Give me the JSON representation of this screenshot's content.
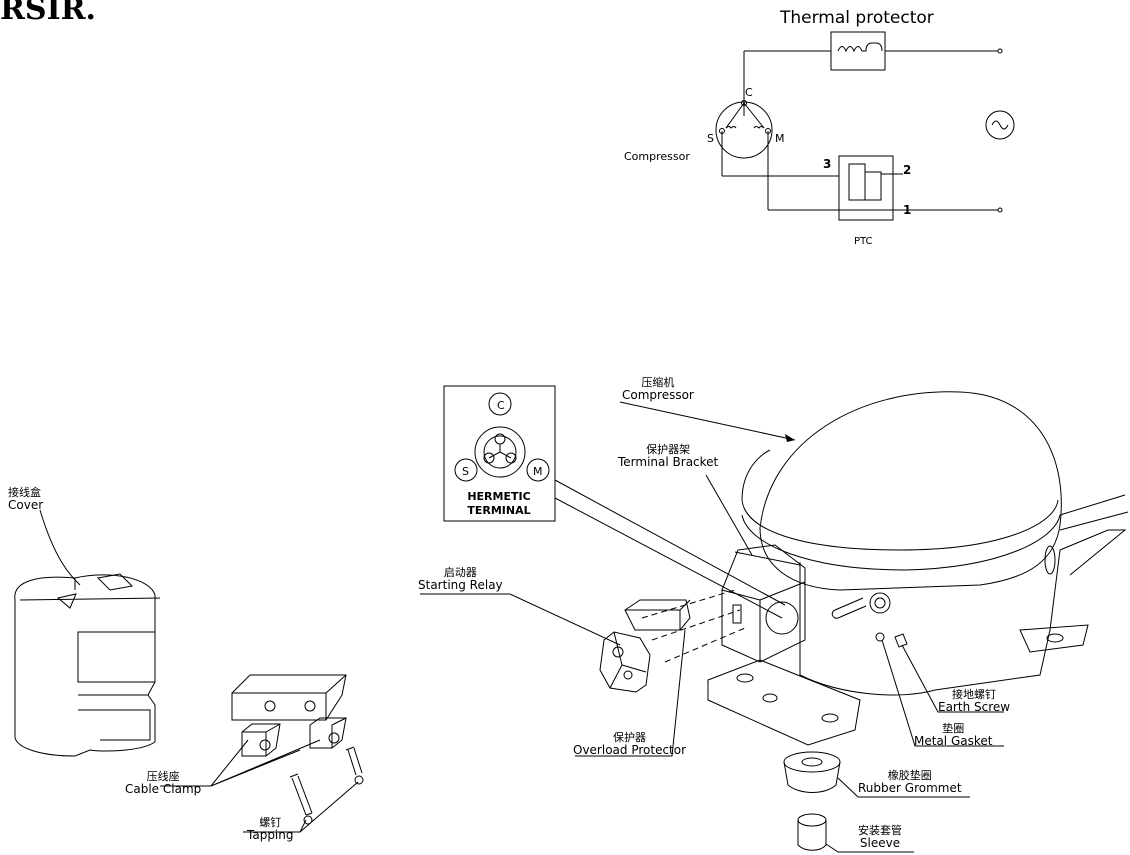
{
  "header": {
    "text": "RSIR."
  },
  "schematic": {
    "thermal_protector": "Thermal protector",
    "compressor": "Compressor",
    "ptc": "PTC",
    "pin_c": "C",
    "pin_s": "S",
    "pin_m": "M",
    "terminal_3": "3",
    "terminal_2": "2",
    "terminal_1": "1"
  },
  "hermetic_terminal": {
    "pin_c": "C",
    "pin_s": "S",
    "pin_m": "M",
    "line1": "HERMETIC",
    "line2": "TERMINAL"
  },
  "parts": {
    "cover": {
      "cn": "接线盒",
      "en": "Cover"
    },
    "compressor": {
      "cn": "压缩机",
      "en": "Compressor"
    },
    "terminal_bracket": {
      "cn": "保护器架",
      "en": "Terminal Bracket"
    },
    "starting_relay": {
      "cn": "启动器",
      "en": "Starting Relay"
    },
    "overload_protector": {
      "cn": "保护器",
      "en": "Overload Protector"
    },
    "cable_clamp": {
      "cn": "压线座",
      "en": "Cable Clamp"
    },
    "tapping": {
      "cn": "螺钉",
      "en": "Tapping"
    },
    "earth_screw": {
      "cn": "接地螺钉",
      "en": "Earth Screw"
    },
    "metal_gasket": {
      "cn": "垫圈",
      "en": "Metal Gasket"
    },
    "rubber_grommet": {
      "cn": "橡胶垫圈",
      "en": "Rubber Grommet"
    },
    "sleeve": {
      "cn": "安装套管",
      "en": "Sleeve"
    }
  }
}
